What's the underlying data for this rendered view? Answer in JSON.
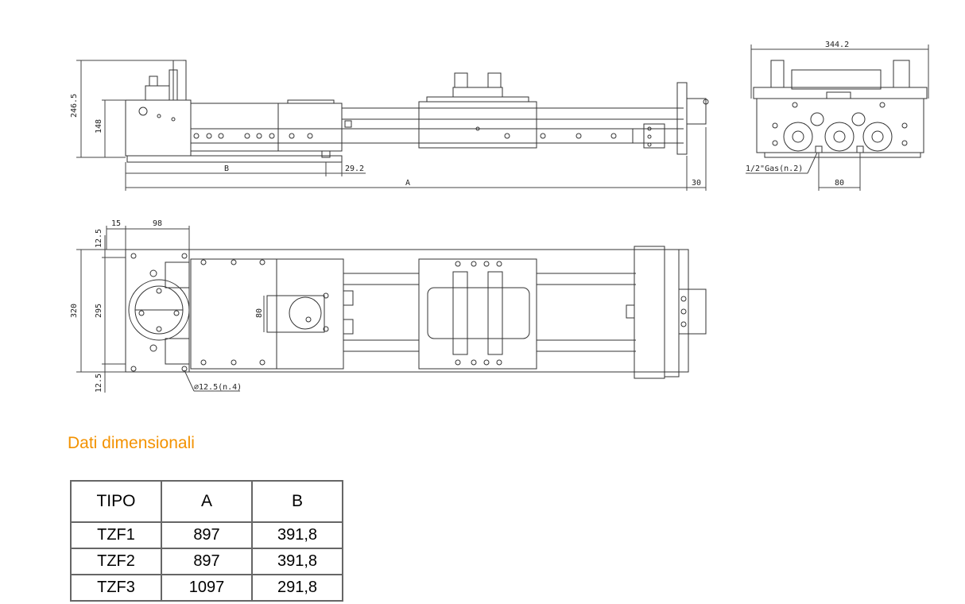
{
  "drawing": {
    "front_view": {
      "dim_total_height": "246.5",
      "dim_body_height": "148",
      "dim_B": "B",
      "dim_29_2": "29.2",
      "dim_A": "A",
      "dim_30": "30"
    },
    "end_view": {
      "dim_width": "344.2",
      "gas_note": "1/2\"Gas(n.2)",
      "dim_80": "80"
    },
    "top_view": {
      "dim_15": "15",
      "dim_98": "98",
      "dim_12_5_top": "12.5",
      "dim_320": "320",
      "dim_295": "295",
      "dim_12_5_bottom": "12.5",
      "dim_80": "80",
      "hole_note": "⌀12.5(n.4)"
    }
  },
  "section_title": "Dati dimensionali",
  "table": {
    "headers": [
      "TIPO",
      "A",
      "B"
    ],
    "rows": [
      [
        "TZF1",
        "897",
        "391,8"
      ],
      [
        "TZF2",
        "897",
        "391,8"
      ],
      [
        "TZF3",
        "1097",
        "291,8"
      ]
    ]
  }
}
